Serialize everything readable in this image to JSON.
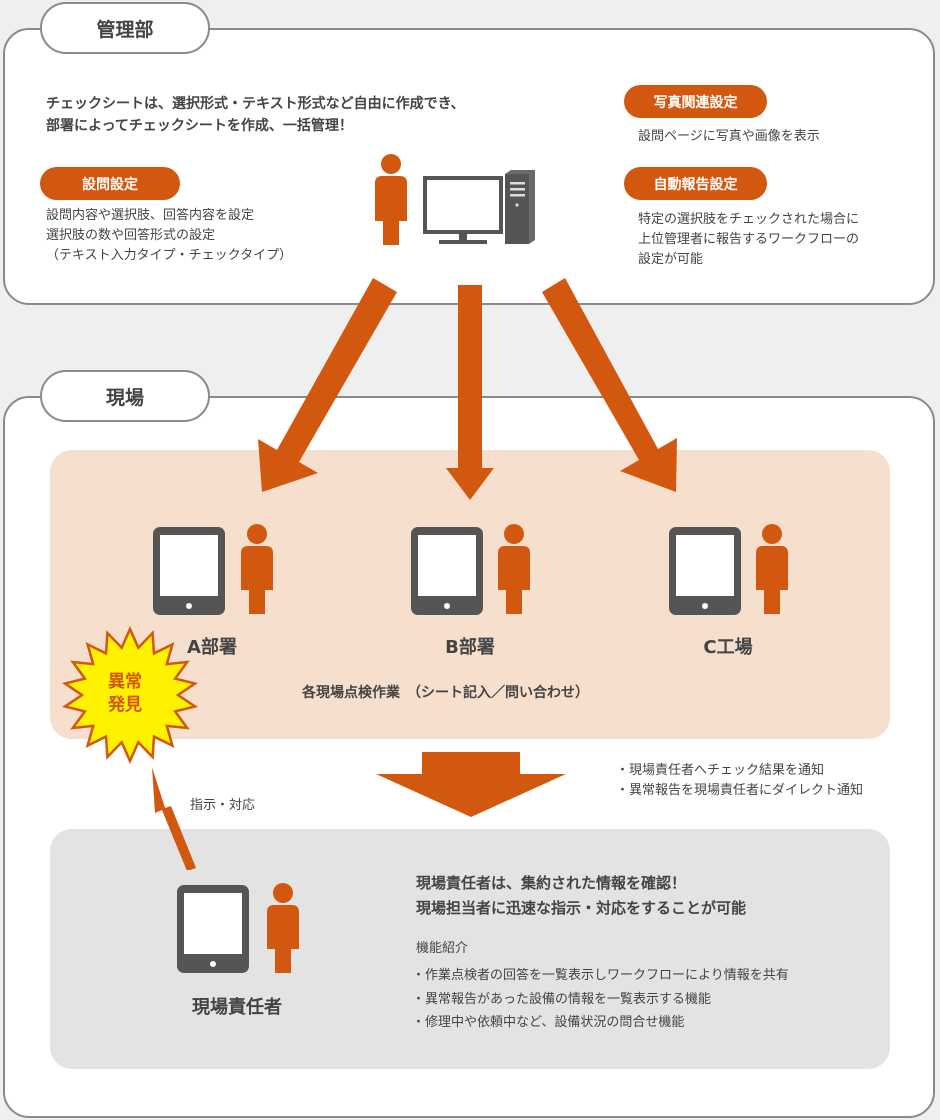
{
  "admin": {
    "tab_label": "管理部",
    "intro_line1": "チェックシートは、選択形式・テキスト形式など自由に作成でき、",
    "intro_line2": "部署によってチェックシートを作成、一括管理！",
    "question_settings": {
      "label": "設問設定",
      "lines": [
        "設問内容や選択肢、回答内容を設定",
        "選択肢の数や回答形式の設定",
        "（テキスト入力タイプ・チェックタイプ）"
      ]
    },
    "photo_settings": {
      "label": "写真関連設定",
      "lines": [
        "設問ページに写真や画像を表示"
      ]
    },
    "auto_report_settings": {
      "label": "自動報告設定",
      "lines": [
        "特定の選択肢をチェックされた場合に",
        "上位管理者に報告するワークフローの",
        "設定が可能"
      ]
    }
  },
  "site": {
    "tab_label": "現場",
    "departments": [
      "A部署",
      "B部署",
      "C工場"
    ],
    "work_caption": "各現場点検作業　（シート記入／問い合わせ）",
    "alert_line1": "異常",
    "alert_line2": "発見",
    "notify_lines": [
      "・現場責任者へチェック結果を通知",
      "・異常報告を現場責任者にダイレクト通知"
    ],
    "instruction_label": "指示・対応",
    "manager": {
      "label": "現場責任者",
      "headline1": "現場責任者は、集約された情報を確認！",
      "headline2": "現場担当者に迅速な指示・対応をすることが可能",
      "features_title": "機能紹介",
      "features": [
        "・作業点検者の回答を一覧表示しワークフローにより情報を共有",
        "・異常報告があった設備の情報を一覧表示する機能",
        "・修理中や依頼中など、設備状況の問合せ機能"
      ]
    }
  },
  "colors": {
    "accent": "#d2570f",
    "site_zone": "#f7dfcd",
    "manager_zone": "#e3e3e3",
    "burst_fill": "#fff200",
    "burst_text": "#d2570f"
  },
  "icons": [
    "person-icon",
    "desktop-computer-icon",
    "tablet-icon",
    "arrow-icon",
    "burst-icon"
  ]
}
